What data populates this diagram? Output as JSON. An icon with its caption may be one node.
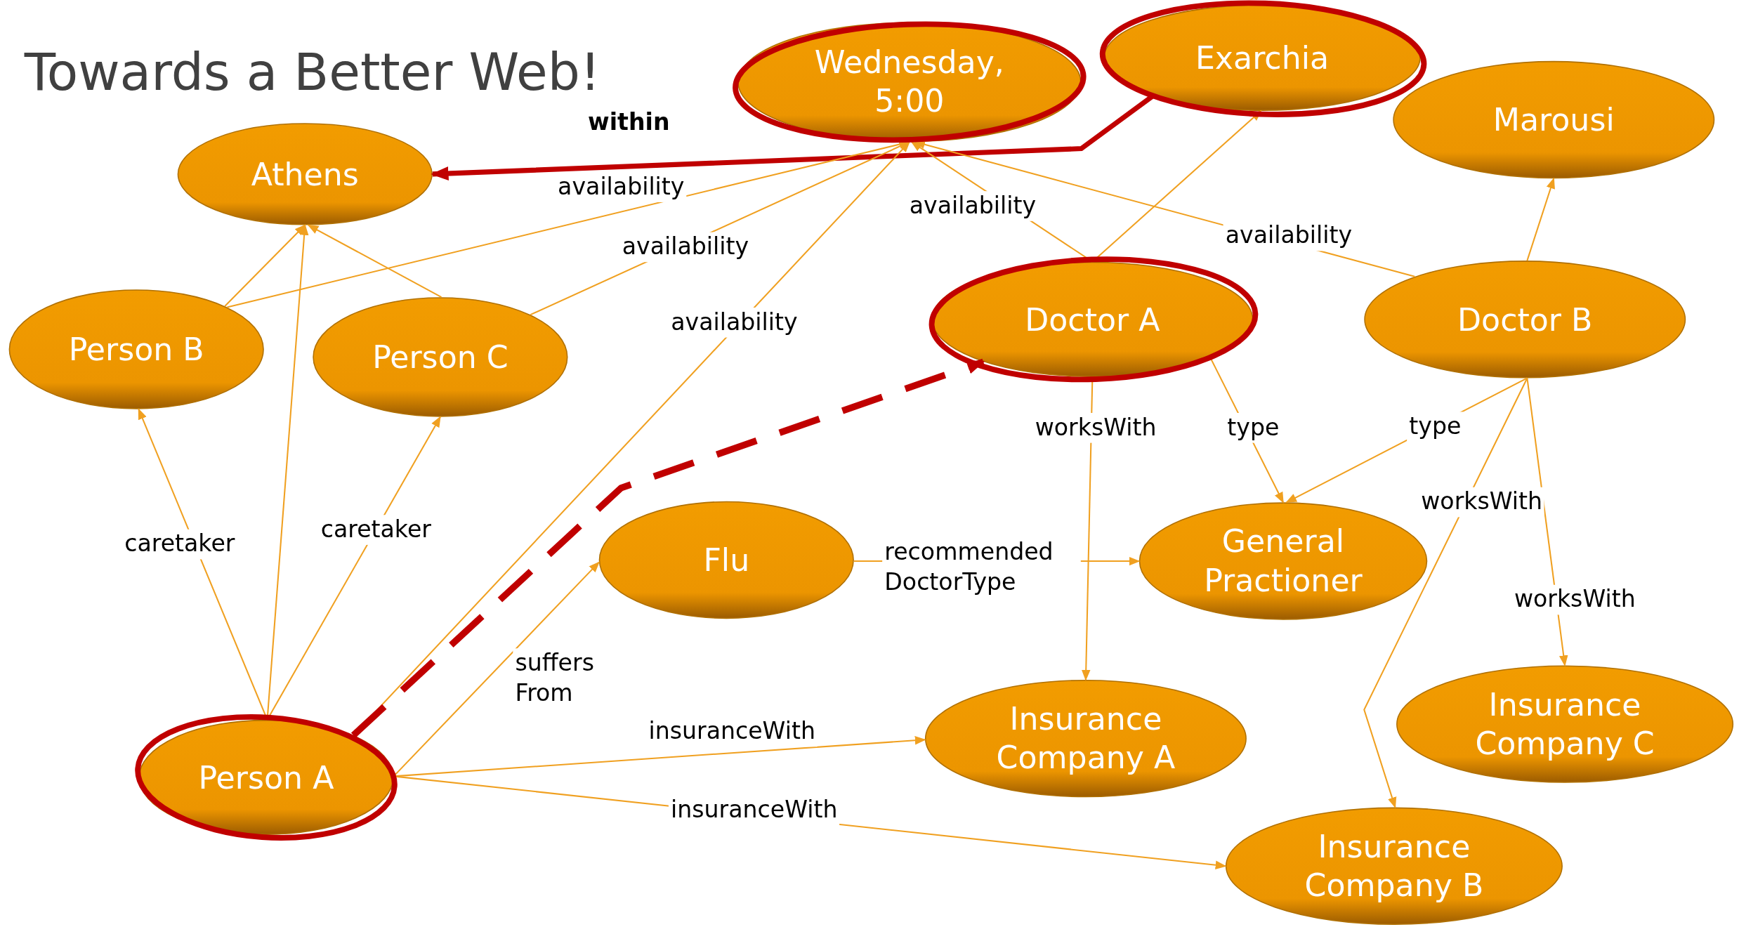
{
  "diagram": {
    "title": "Towards a Better Web!",
    "nodes": [
      {
        "text": [
          "Wednesday, 5:00"
        ]
      },
      {
        "text": [
          "Exarchia"
        ]
      },
      {
        "text": [
          "Marousi"
        ]
      },
      {
        "text": [
          "Athens"
        ]
      },
      {
        "text": [
          "Person B"
        ]
      },
      {
        "text": [
          "Person C"
        ]
      },
      {
        "text": [
          "Doctor A"
        ]
      },
      {
        "text": [
          "Doctor B"
        ]
      },
      {
        "text": [
          "Flu"
        ]
      },
      {
        "text": [
          "General Practioner"
        ]
      },
      {
        "text": [
          "Insurance Company C"
        ]
      },
      {
        "text": [
          "Insurance Company A"
        ]
      },
      {
        "text": [
          "Person A"
        ]
      },
      {
        "text": [
          "Insurance Company B"
        ]
      }
    ],
    "edges": [
      {
        "from": 1,
        "to": 3,
        "arrow": "to",
        "label": "within",
        "style": "thick",
        "color": "#c00000"
      },
      {
        "from": 4,
        "to": 3,
        "arrow": "to"
      },
      {
        "from": 5,
        "to": 3,
        "arrow": "to"
      },
      {
        "from": 12,
        "to": 3,
        "arrow": "to"
      },
      {
        "from": 12,
        "to": 4,
        "arrow": "to",
        "label": "caretaker"
      },
      {
        "from": 12,
        "to": 5,
        "arrow": "to",
        "label": "caretaker"
      },
      {
        "from": 4,
        "to": 0,
        "arrow": "to",
        "label": "availability"
      },
      {
        "from": 5,
        "to": 0,
        "arrow": "to",
        "label": "availability"
      },
      {
        "from": 12,
        "to": 0,
        "arrow": "to",
        "label": "availability"
      },
      {
        "from": 6,
        "to": 0,
        "arrow": "to",
        "label": "availability"
      },
      {
        "from": 7,
        "to": 0,
        "arrow": "to",
        "label": "availability"
      },
      {
        "from": 6,
        "to": 1,
        "arrow": "to"
      },
      {
        "from": 7,
        "to": 2,
        "arrow": "to"
      },
      {
        "from": 12,
        "to": 8,
        "arrow": "to",
        "label": "suffers From"
      },
      {
        "from": 8,
        "to": 9,
        "arrow": "to",
        "label": "recommended DoctorType"
      },
      {
        "from": 6,
        "to": 9,
        "arrow": "to",
        "label": "type"
      },
      {
        "from": 7,
        "to": 9,
        "arrow": "to",
        "label": "type"
      },
      {
        "from": 6,
        "to": 11,
        "arrow": "to",
        "label": "worksWith"
      },
      {
        "from": 7,
        "to": 10,
        "arrow": "to",
        "label": "worksWith"
      },
      {
        "from": 7,
        "to": 13,
        "arrow": "to",
        "label": "worksWith"
      },
      {
        "from": 12,
        "to": 11,
        "arrow": "to",
        "label": "insuranceWith"
      },
      {
        "from": 12,
        "to": 13,
        "arrow": "to",
        "label": "insuranceWith"
      },
      {
        "from": 12,
        "to": 6,
        "arrow": "to",
        "style": "dashed",
        "color": "#c00000"
      }
    ]
  }
}
